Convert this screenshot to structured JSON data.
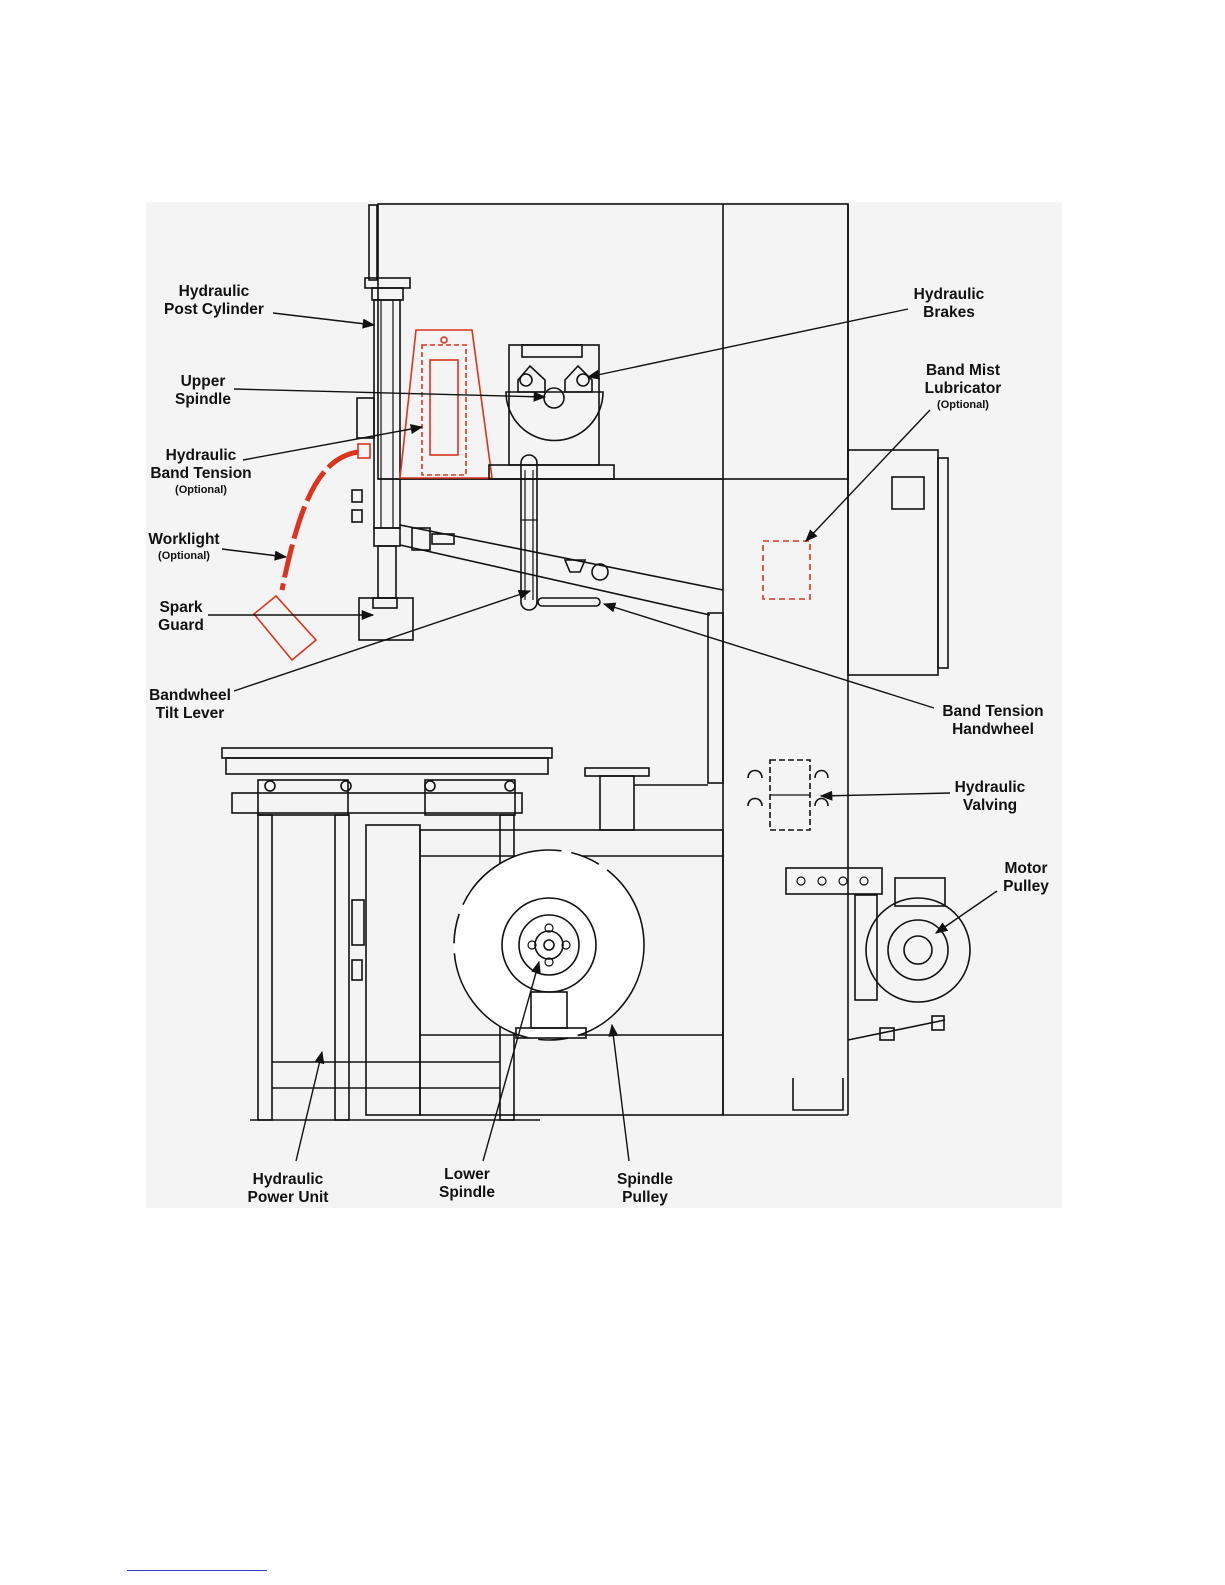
{
  "colors": {
    "line": "#111111",
    "optional_part": "#d9351f",
    "background": "#ffffff"
  },
  "labels": {
    "hydraulic_post_cylinder": {
      "line1": "Hydraulic",
      "line2": "Post Cylinder"
    },
    "upper_spindle": {
      "line1": "Upper",
      "line2": "Spindle"
    },
    "hydraulic_band_tension": {
      "line1": "Hydraulic",
      "line2": "Band Tension",
      "note": "(Optional)"
    },
    "worklight": {
      "line1": "Worklight",
      "note": "(Optional)"
    },
    "spark_guard": {
      "line1": "Spark",
      "line2": "Guard"
    },
    "bandwheel_tilt_lever": {
      "line1": "Bandwheel",
      "line2": "Tilt Lever"
    },
    "hydraulic_brakes": {
      "line1": "Hydraulic",
      "line2": "Brakes"
    },
    "band_mist_lubricator": {
      "line1": "Band Mist",
      "line2": "Lubricator",
      "note": "(Optional)"
    },
    "band_tension_handwheel": {
      "line1": "Band Tension",
      "line2": "Handwheel"
    },
    "hydraulic_valving": {
      "line1": "Hydraulic",
      "line2": "Valving"
    },
    "motor_pulley": {
      "line1": "Motor",
      "line2": "Pulley"
    },
    "hydraulic_power_unit": {
      "line1": "Hydraulic",
      "line2": "Power Unit"
    },
    "lower_spindle": {
      "line1": "Lower",
      "line2": "Spindle"
    },
    "spindle_pulley": {
      "line1": "Spindle",
      "line2": "Pulley"
    }
  }
}
